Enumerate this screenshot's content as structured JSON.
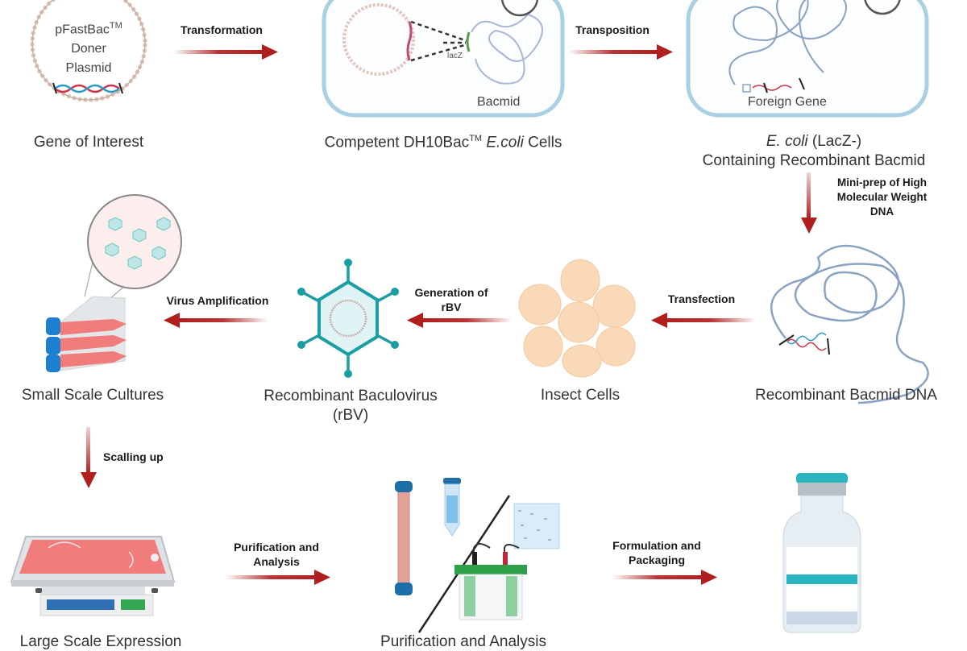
{
  "title": "Baculovirus expression workflow",
  "colors": {
    "arrow": "#b01e1e",
    "cell_border": "#a9cfe3",
    "bacmid_line": "#8aa3c2",
    "virus": "#1a9ea3",
    "insect_cell": "#f9d9b8",
    "culture_pink": "#f07c7c",
    "flask_cap": "#1d7fd0",
    "vial_cap": "#2bb5c0"
  },
  "nodes": {
    "gene_of_interest": {
      "plasmid_line1": "pFastBac",
      "plasmid_tm": "TM",
      "plasmid_line2": "Doner",
      "plasmid_line3": "Plasmid",
      "caption": "Gene of Interest"
    },
    "competent_cells": {
      "caption_prefix": "Competent DH10Bac",
      "caption_tm": "TM",
      "caption_italic": "E.coli",
      "caption_suffix": " Cells",
      "lacz_label": "lacZ",
      "bacmid_label": "Bacmid"
    },
    "recombinant_ecoli": {
      "caption_italic": "E. coli",
      "caption_line1_suffix": " (LacZ-)",
      "caption_line2": "Containing Recombinant Bacmid",
      "foreign_gene_label": "Foreign Gene"
    },
    "recombinant_bacmid_dna": {
      "caption": "Recombinant Bacmid DNA"
    },
    "insect_cells": {
      "caption": "Insect Cells"
    },
    "recombinant_baculovirus": {
      "caption_line1": "Recombinant Baculovirus",
      "caption_line2": "(rBV)"
    },
    "small_scale_cultures": {
      "caption": "Small Scale Cultures"
    },
    "large_scale_expression": {
      "caption": "Large Scale Expression"
    },
    "purification_analysis": {
      "caption": "Purification and Analysis"
    },
    "final_product": {
      "caption": ""
    }
  },
  "steps": {
    "transformation": "Transformation",
    "transposition": "Transposition",
    "miniprep_line1": "Mini-prep of High",
    "miniprep_line2": "Molecular Weight",
    "miniprep_line3": "DNA",
    "transfection": "Transfection",
    "generation_line1": "Generation of",
    "generation_line2": "rBV",
    "virus_amplification": "Virus Amplification",
    "scaling_up": "Scalling up",
    "purification_line1": "Purification and",
    "purification_line2": "Analysis",
    "formulation_line1": "Formulation and",
    "formulation_line2": "Packaging"
  }
}
